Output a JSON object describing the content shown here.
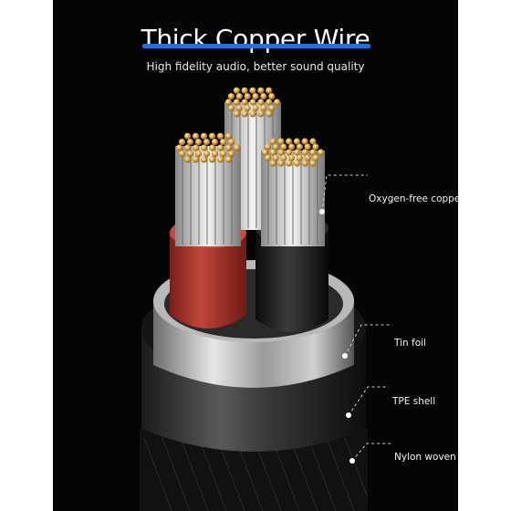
{
  "header": {
    "title": "Thick Copper Wire",
    "subtitle": "High fidelity audio, better sound quality"
  },
  "callouts": [
    {
      "label": "Oxygen-free copper"
    },
    {
      "label": "Tin foil"
    },
    {
      "label": "TPE shell"
    },
    {
      "label": "Nylon woven"
    }
  ],
  "colors": {
    "background": "#050505",
    "accent_underline": "#2a6fd6",
    "red_conductor": "#b03a32",
    "black_conductor": "#1d1d1d",
    "copper_tip": "#d9a441"
  }
}
